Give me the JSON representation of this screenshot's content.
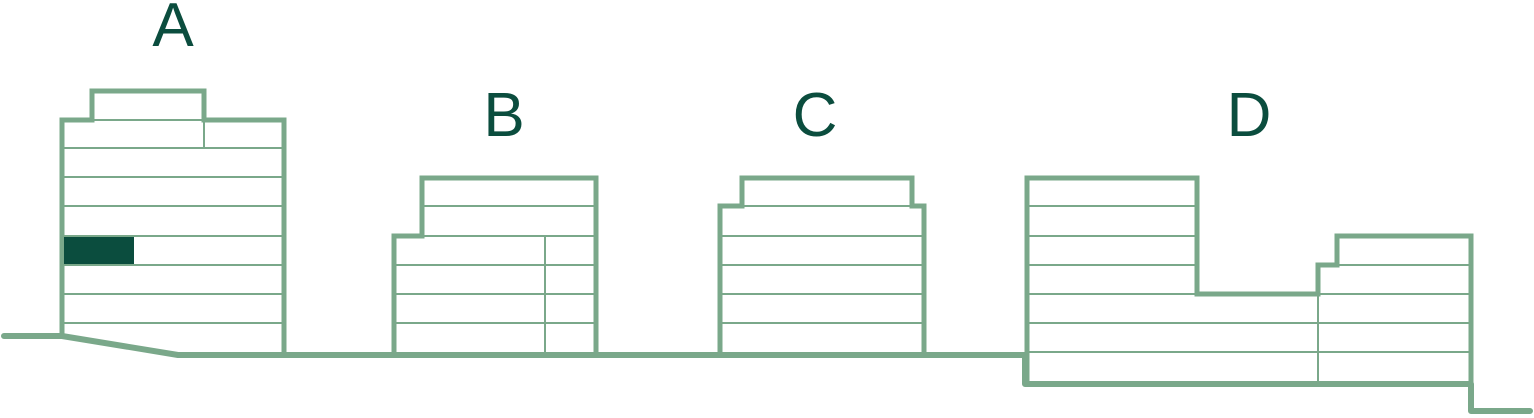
{
  "buildings": [
    {
      "id": "A",
      "label": "A",
      "highlighted_unit": true
    },
    {
      "id": "B",
      "label": "B",
      "highlighted_unit": false
    },
    {
      "id": "C",
      "label": "C",
      "highlighted_unit": false
    },
    {
      "id": "D",
      "label": "D",
      "highlighted_unit": false
    }
  ],
  "colors": {
    "outline": "#7aa88a",
    "label": "#0b4d3e",
    "highlight": "#0b4d3e",
    "background": "#ffffff"
  }
}
